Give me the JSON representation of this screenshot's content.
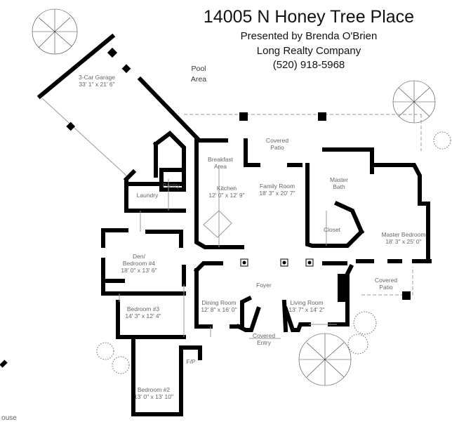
{
  "header": {
    "address": "14005 N Honey Tree Place",
    "presented_by": "Presented by Brenda O'Brien",
    "company": "Long Realty Company",
    "phone": "(520) 918-5968"
  },
  "rooms": {
    "pool": {
      "name": "Pool",
      "name2": "Area"
    },
    "garage": {
      "name": "3-Car Garage",
      "size": "33' 1\" x 21' 6\""
    },
    "covered_patio_top": {
      "name": "Covered",
      "name2": "Patio"
    },
    "breakfast": {
      "name": "Breakfast",
      "name2": "Area"
    },
    "kitchen": {
      "name": "Kitchen",
      "size": "12' 0\" x 12' 9\""
    },
    "family": {
      "name": "Family Room",
      "size": "18' 3\" x 20' 7\""
    },
    "pantry": {
      "name": "Pantry"
    },
    "laundry": {
      "name": "Laundry"
    },
    "master_bath": {
      "name": "Master",
      "name2": "Bath"
    },
    "closet": {
      "name": "Closet"
    },
    "master_bedroom": {
      "name": "Master Bedroom",
      "size": "18' 3\" x 25' 0\""
    },
    "den": {
      "name": "Den/",
      "name2": "Bedroom #4",
      "size": "18' 0\" x 13' 6\""
    },
    "foyer": {
      "name": "Foyer"
    },
    "dining": {
      "name": "Dining Room",
      "size": "12' 8\" x 16' 0\""
    },
    "living": {
      "name": "Living Room",
      "size": "13' 7\" x 14' 2\""
    },
    "covered_patio_right": {
      "name": "Covered",
      "name2": "Patio"
    },
    "bedroom3": {
      "name": "Bedroom #3",
      "size": "14' 3\" x 12' 4\""
    },
    "covered_entry": {
      "name": "Covered",
      "name2": "Entry"
    },
    "fireplace": {
      "name": "F/P"
    },
    "bedroom2": {
      "name": "Bedroom #2",
      "size": "13' 0\" x 13' 10\""
    },
    "cutoff": {
      "name": "ouse"
    }
  }
}
